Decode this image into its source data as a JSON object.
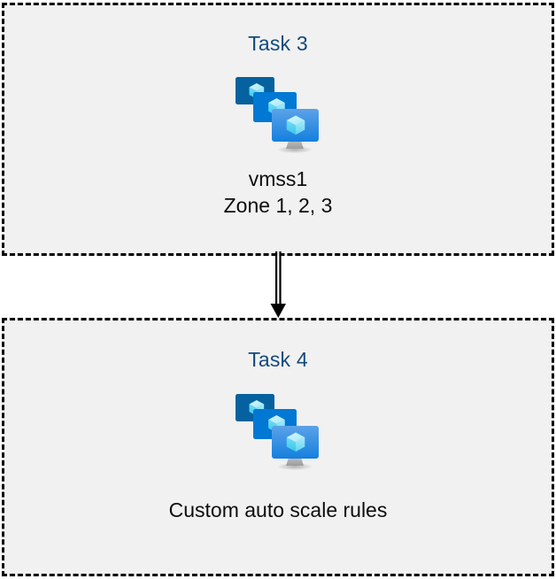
{
  "diagram": {
    "title_color": "#134A7D",
    "box_fill": "#f1f1f1",
    "box_border_color": "#000000",
    "arrow_color": "#000000",
    "boxes": [
      {
        "id": "task3",
        "heading": "Task 3",
        "icon": "azure-vm-scale-set-icon",
        "caption_lines": [
          "vmss1",
          "Zone 1, 2, 3"
        ]
      },
      {
        "id": "task4",
        "heading": "Task 4",
        "icon": "azure-vm-scale-set-icon",
        "caption_lines": [
          "Custom auto scale rules"
        ]
      }
    ],
    "connector": {
      "from": "task3",
      "to": "task4",
      "style": "double-line-arrow-down"
    },
    "icon_colors": {
      "monitor_back": "#05619F",
      "monitor_middle": "#0078D4",
      "monitor_front_top": "#5CA2E8",
      "monitor_front_bottom": "#1380DE",
      "cube_light": "#C3F1FB",
      "cube_mid": "#6FDDF5",
      "cube_dark": "#32C5ED",
      "stand": "#A9A9A9"
    }
  }
}
